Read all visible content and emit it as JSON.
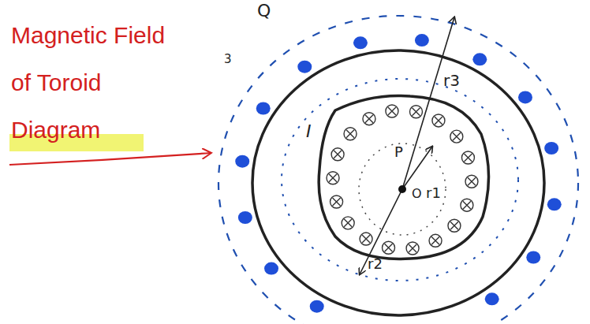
{
  "diagram": {
    "title": "Magnetic Field of Toroid Diagram",
    "labels": [
      "Q",
      "3",
      "r3",
      "I",
      "P",
      "O",
      "r1",
      "r2"
    ]
  }
}
